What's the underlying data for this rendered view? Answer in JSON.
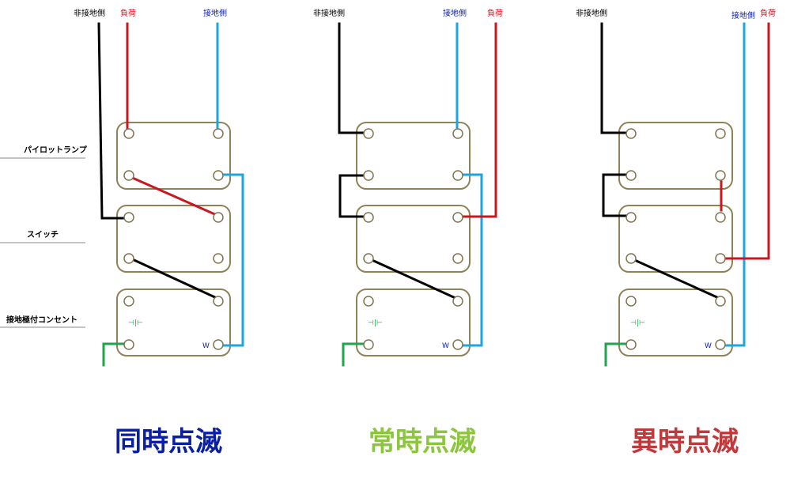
{
  "row_labels": {
    "pilot_lamp": "パイロットランプ",
    "switch": "スイッチ",
    "outlet": "接地極付コンセント"
  },
  "wire_labels": {
    "non_ground": "非接地側",
    "load": "負荷",
    "ground": "接地側"
  },
  "outlet_marks": {
    "ground_symbol": "⊣|⊢",
    "w_mark": "W"
  },
  "diagrams": [
    {
      "title": "同時点滅",
      "title_color": "#0b1fa6"
    },
    {
      "title": "常時点滅",
      "title_color": "#8cc63f"
    },
    {
      "title": "異時点滅",
      "title_color": "#c0393b"
    }
  ],
  "colors": {
    "non_ground_wire": "#000000",
    "load_wire": "#c8171e",
    "ground_wire": "#1aa6e0",
    "earth_wire": "#1fa54d",
    "non_ground_label": "#000000",
    "load_label": "#c8171e",
    "ground_label": "#0b1fa6",
    "module_border": "#8e8257",
    "separator_line": "#888888"
  }
}
